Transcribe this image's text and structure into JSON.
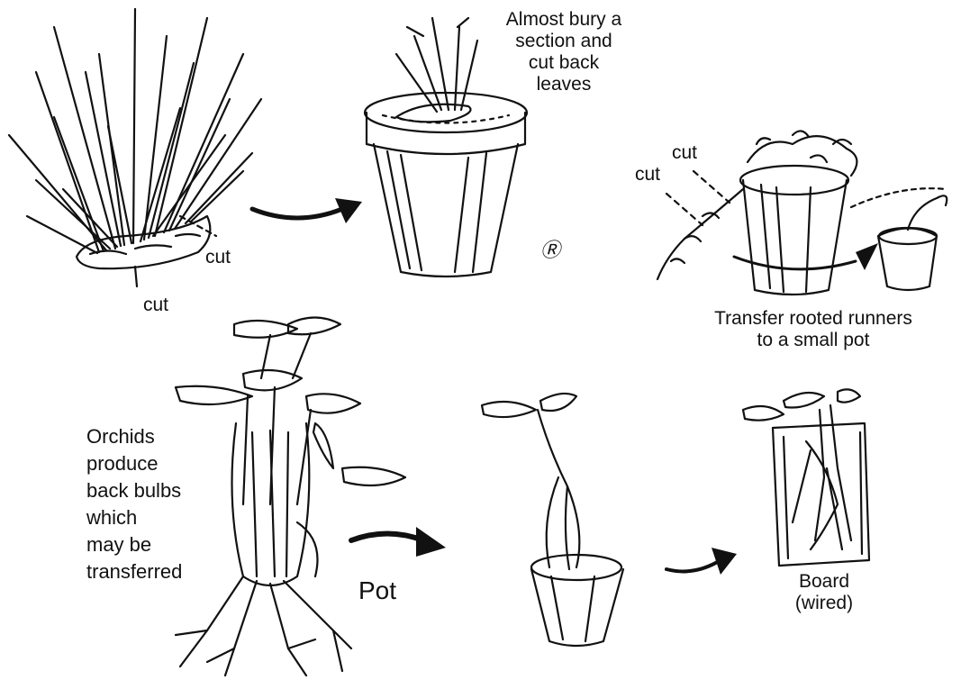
{
  "colors": {
    "ink": "#111111",
    "paper": "#ffffff"
  },
  "labels": {
    "cut_crown_right": "cut",
    "cut_crown_bottom": "cut",
    "bury_note": [
      "Almost bury a",
      "section and",
      "cut back",
      "leaves"
    ],
    "registered_mark": "R",
    "runner_cut_1": "cut",
    "runner_cut_2": "cut",
    "transfer_note": [
      "Transfer rooted runners",
      "to a small pot"
    ],
    "orchid_note": [
      "Orchids",
      "produce",
      "back bulbs",
      "which",
      "may be",
      "transferred"
    ],
    "pot_label": "Pot",
    "board_note": [
      "Board",
      "(wired)"
    ]
  }
}
